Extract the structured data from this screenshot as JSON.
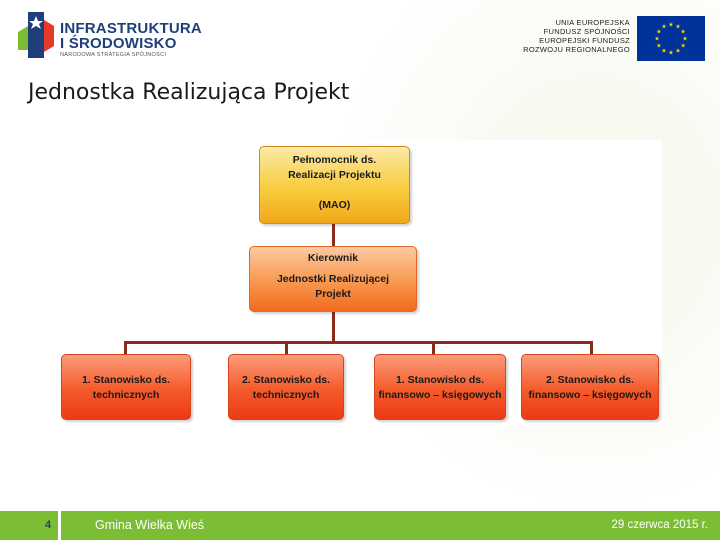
{
  "header": {
    "logo_line1": "INFRASTRUKTURA",
    "logo_line2": "I ŚRODOWISKO",
    "logo_sub": "NARODOWA STRATEGIA SPÓJNOŚCI",
    "eu_lines": [
      "UNIA EUROPEJSKA",
      "FUNDUSZ SPÓJNOŚCI",
      "EUROPEJSKI FUNDUSZ",
      "ROZWOJU REGIONALNEGO"
    ]
  },
  "title": "Jednostka Realizująca Projekt",
  "org_chart": {
    "top": {
      "lines": [
        "Pełnomocnik ds.",
        "Realizacji Projektu",
        "",
        "(MAO)"
      ]
    },
    "middle": {
      "lines": [
        "Kierownik",
        "",
        "Jednostki Realizującej",
        "Projekt"
      ]
    },
    "bottom": [
      {
        "lines": [
          "1.  Stanowisko ds.",
          "technicznych"
        ]
      },
      {
        "lines": [
          "2. Stanowisko ds.",
          "technicznych"
        ]
      },
      {
        "lines": [
          "1. Stanowisko ds.",
          "finansowo – księgowych"
        ]
      },
      {
        "lines": [
          "2. Stanowisko ds.",
          "finansowo – księgowych"
        ]
      }
    ]
  },
  "footer": {
    "page_number": "4",
    "center": "Gmina Wielka Wieś",
    "date": "29 czerwca 2015 r."
  },
  "colors": {
    "footer_green": "#7cbe33",
    "connector": "#8a2b1a",
    "eu_blue": "#003399",
    "eu_star": "#ffcc00"
  }
}
